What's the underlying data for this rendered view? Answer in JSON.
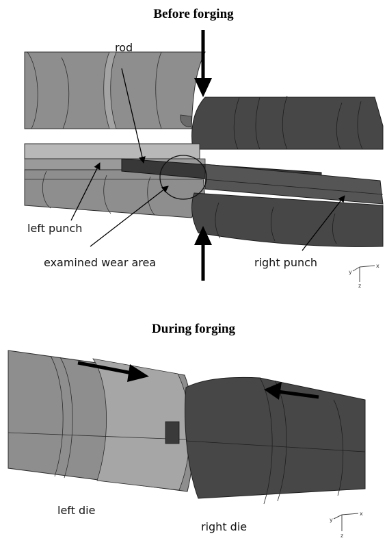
{
  "panels": {
    "before": {
      "title": "Before forging",
      "labels": {
        "rod": "rod",
        "left_punch": "left punch",
        "wear_area": "examined wear area",
        "right_punch": "right punch"
      }
    },
    "during": {
      "title": "During forging",
      "labels": {
        "left_die": "left die",
        "right_die": "right die"
      }
    }
  },
  "triad": {
    "x": "x",
    "z": "z",
    "y": "y"
  },
  "colors": {
    "light_grey": "#8e8e8e",
    "light_grey_face": "#b4b4b4",
    "dark_grey": "#474747",
    "dark_grey_face": "#5e5e5e",
    "rod": "#3a3a3a",
    "arrow": "#000000"
  }
}
